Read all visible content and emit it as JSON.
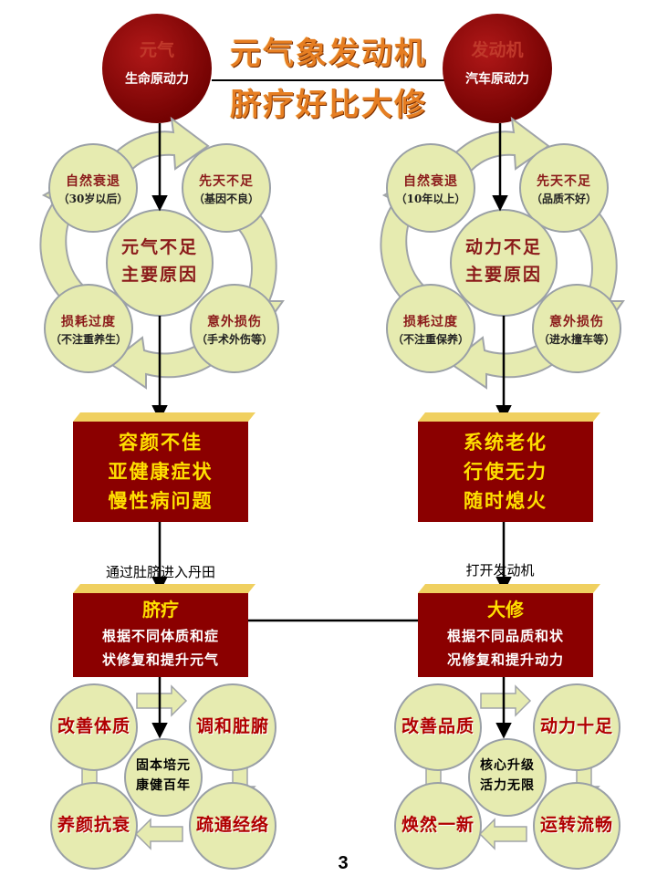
{
  "top": {
    "left_node": {
      "title": "元气",
      "subtitle": "生命原动力"
    },
    "right_node": {
      "title": "发动机",
      "subtitle": "汽车原动力"
    },
    "title_line1": "元气象发动机",
    "title_line2": "脐疗好比大修"
  },
  "left_cycle": {
    "petals": [
      {
        "main": "自然衰退",
        "sub": "（30岁以后）"
      },
      {
        "main": "先天不足",
        "sub": "（基因不良）"
      },
      {
        "main": "损耗过度",
        "sub": "（不注重养生）"
      },
      {
        "main": "意外损伤",
        "sub": "（手术外伤等）"
      }
    ],
    "center_line1": "元气不足",
    "center_line2": "主要原因"
  },
  "right_cycle": {
    "petals": [
      {
        "main": "自然衰退",
        "sub": "（10年以上）"
      },
      {
        "main": "先天不足",
        "sub": "（品质不好）"
      },
      {
        "main": "损耗过度",
        "sub": "（不注重保养）"
      },
      {
        "main": "意外损伤",
        "sub": "（进水撞车等）"
      }
    ],
    "center_line1": "动力不足",
    "center_line2": "主要原因"
  },
  "left_box": {
    "lines": [
      "容颜不佳",
      "亚健康症状",
      "慢性病问题"
    ]
  },
  "right_box": {
    "lines": [
      "系统老化",
      "行使无力",
      "随时熄火"
    ]
  },
  "left_edge_label": "通过肚脐进入丹田",
  "right_edge_label": "打开发动机",
  "left_box2": {
    "title": "脐疗",
    "line1": "根据不同体质和症",
    "line2": "状修复和提升元气"
  },
  "right_box2": {
    "title": "大修",
    "line1": "根据不同品质和状",
    "line2": "况修复和提升动力"
  },
  "left_outcomes": {
    "labels": [
      "改善体质",
      "调和脏腑",
      "养颜抗衰",
      "疏通经络"
    ],
    "center_line1": "固本培元",
    "center_line2": "康健百年"
  },
  "right_outcomes": {
    "labels": [
      "改善品质",
      "动力十足",
      "焕然一新",
      "运转流畅"
    ],
    "center_line1": "核心升级",
    "center_line2": "活力无限"
  },
  "page_number": "3",
  "colors": {
    "dark_red": "#8b0000",
    "circle_fill": "#e6ebb0",
    "box_top": "#f0d060",
    "title_orange": "#e67e22"
  }
}
